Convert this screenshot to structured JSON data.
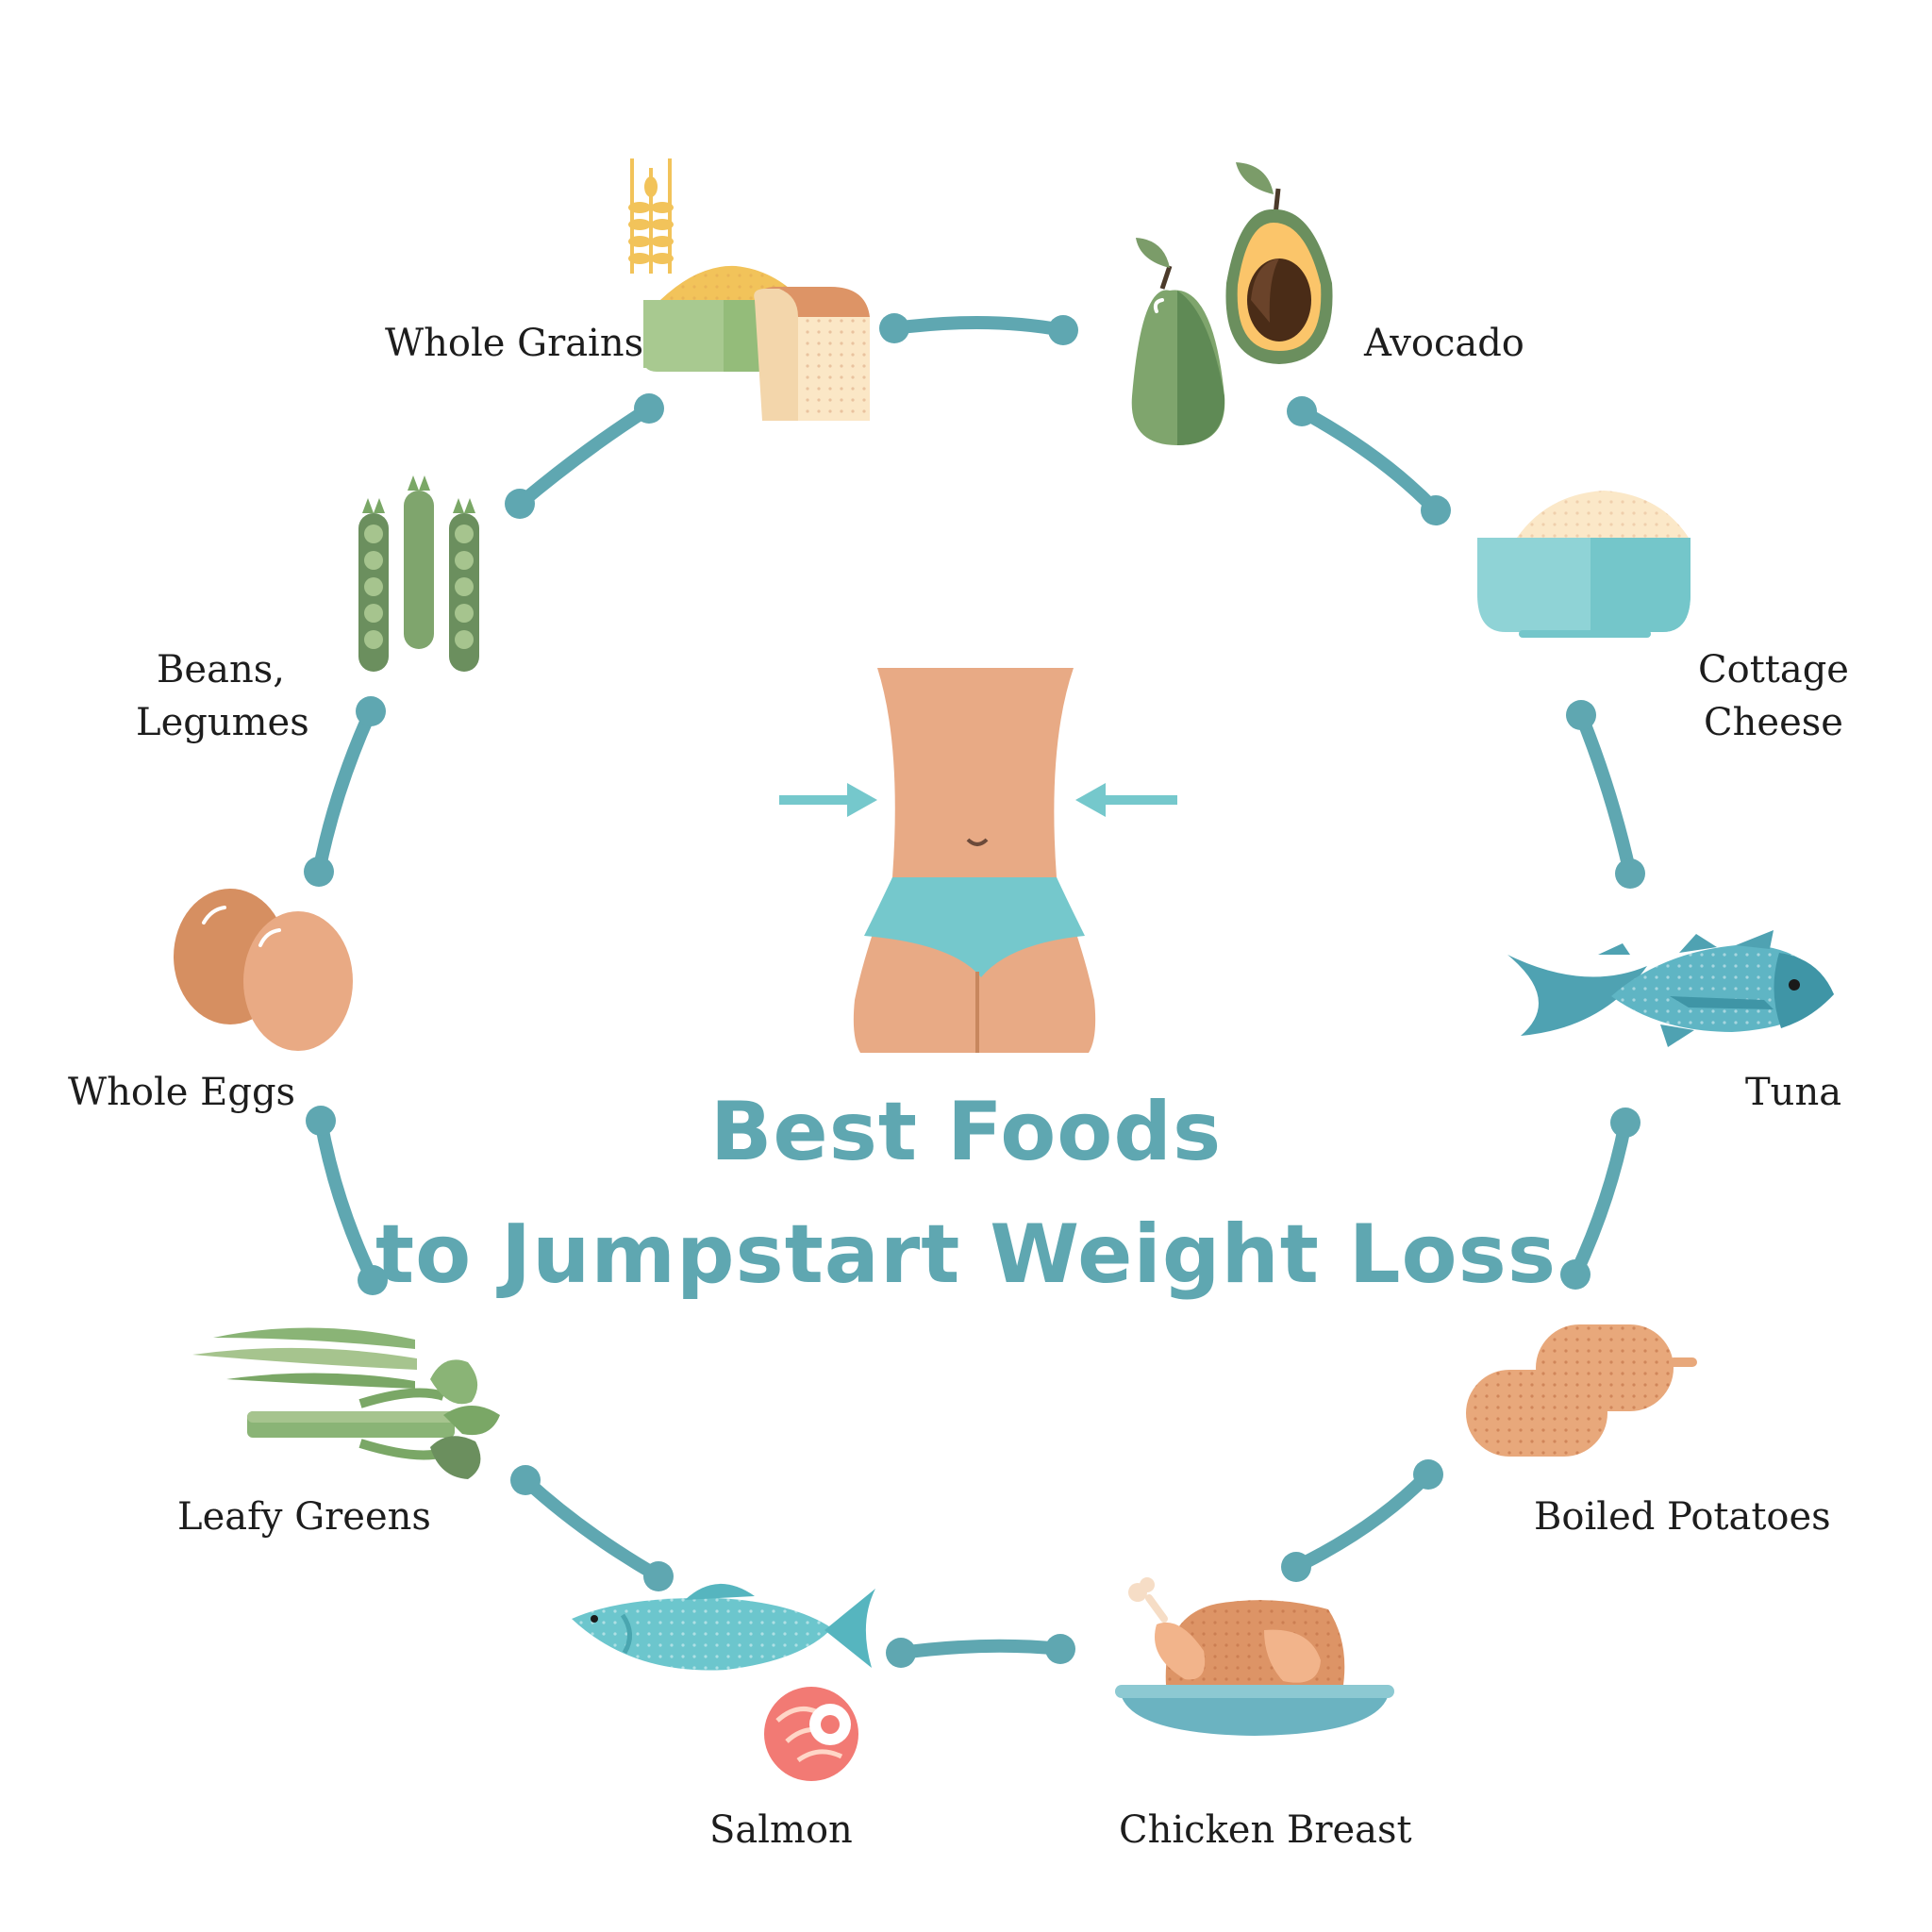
{
  "title": {
    "line1": "Best Foods",
    "line2": "to Jumpstart Weight Loss"
  },
  "foods": [
    {
      "label": "Whole Grains",
      "icon": "whole-grains-icon"
    },
    {
      "label": "Avocado",
      "icon": "avocado-icon"
    },
    {
      "label": "Cottage",
      "label2": "Cheese",
      "icon": "cottage-cheese-icon"
    },
    {
      "label": "Tuna",
      "icon": "tuna-icon"
    },
    {
      "label": "Boiled Potatoes",
      "icon": "boiled-potatoes-icon"
    },
    {
      "label": "Chicken Breast",
      "icon": "chicken-breast-icon"
    },
    {
      "label": "Salmon",
      "icon": "salmon-icon"
    },
    {
      "label": "Leafy Greens",
      "icon": "leafy-greens-icon"
    },
    {
      "label": "Whole Eggs",
      "icon": "whole-eggs-icon"
    },
    {
      "label": "Beans,",
      "label2": "Legumes",
      "icon": "beans-legumes-icon"
    }
  ],
  "colors": {
    "accent": "#5fa7b1",
    "skin": "#e8aa85",
    "aqua": "#75c8cc",
    "green": "#6b8f5e",
    "orange": "#d78c5a"
  }
}
